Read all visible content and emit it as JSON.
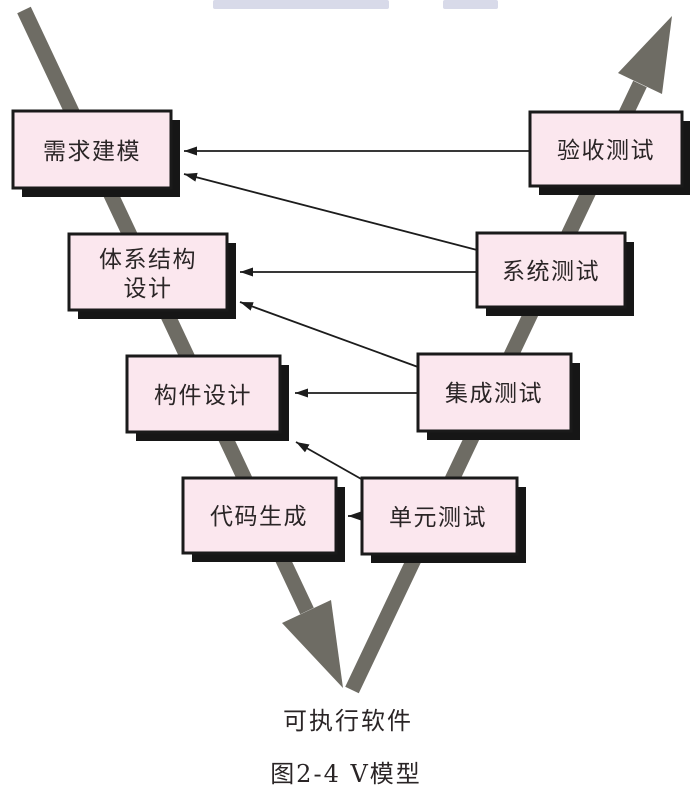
{
  "figure": {
    "caption": "图2-4  V模型",
    "bottom_label": "可执行软件",
    "nodes": {
      "requirements": {
        "label": "需求建模"
      },
      "architecture": {
        "line1": "体系结构",
        "line2": "设计"
      },
      "component": {
        "label": "构件设计"
      },
      "code_generation": {
        "label": "代码生成"
      },
      "acceptance_test": {
        "label": "验收测试"
      },
      "system_test": {
        "label": "系统测试"
      },
      "integration_test": {
        "label": "集成测试"
      },
      "unit_test": {
        "label": "单元测试"
      }
    },
    "colors": {
      "box-fill": "#fbe7ee",
      "box-border": "#1a1a1a",
      "box-shadow": "#161616",
      "v-stroke": "#6e6c64",
      "thin-arrow": "#1c1c1c",
      "artifact-bar": "#d8dae9",
      "text": "#2a2526",
      "background": "#ffffff"
    }
  }
}
